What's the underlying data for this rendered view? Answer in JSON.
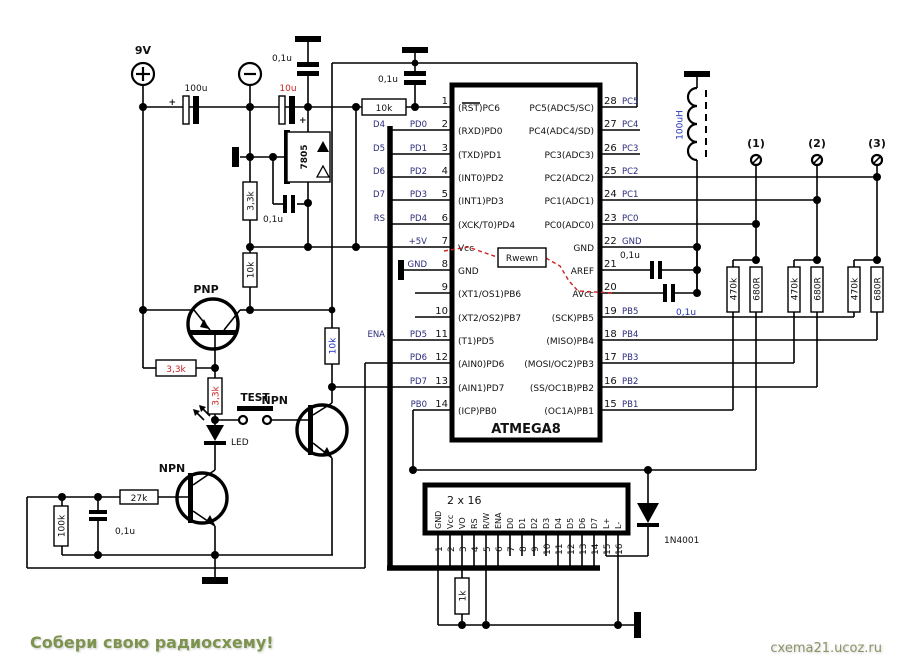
{
  "ic": {
    "name": "ATMEGA8",
    "ref": "Rwewn",
    "left_pins": [
      {
        "num": "1",
        "net": "",
        "inner": "(RST)PC6"
      },
      {
        "num": "2",
        "net": "PD0",
        "inner": "(RXD)PD0"
      },
      {
        "num": "3",
        "net": "PD1",
        "inner": "(TXD)PD1"
      },
      {
        "num": "4",
        "net": "PD2",
        "inner": "(INT0)PD2"
      },
      {
        "num": "5",
        "net": "PD3",
        "inner": "(INT1)PD3"
      },
      {
        "num": "6",
        "net": "PD4",
        "inner": "(XCK/T0)PD4"
      },
      {
        "num": "7",
        "net": "+5V",
        "inner": "Vcc"
      },
      {
        "num": "8",
        "net": "GND",
        "inner": "GND"
      },
      {
        "num": "9",
        "net": "",
        "inner": "(XT1/OS1)PB6"
      },
      {
        "num": "10",
        "net": "",
        "inner": "(XT2/OS2)PB7"
      },
      {
        "num": "11",
        "net": "PD5",
        "inner": "(T1)PD5"
      },
      {
        "num": "12",
        "net": "PD6",
        "inner": "(AIN0)PD6"
      },
      {
        "num": "13",
        "net": "PD7",
        "inner": "(AIN1)PD7"
      },
      {
        "num": "14",
        "net": "PB0",
        "inner": "(ICP)PB0"
      }
    ],
    "right_pins": [
      {
        "num": "28",
        "net": "PC5",
        "inner": "PC5(ADC5/SC)"
      },
      {
        "num": "27",
        "net": "PC4",
        "inner": "PC4(ADC4/SD)"
      },
      {
        "num": "26",
        "net": "PC3",
        "inner": "PC3(ADC3)"
      },
      {
        "num": "25",
        "net": "PC2",
        "inner": "PC2(ADC2)"
      },
      {
        "num": "24",
        "net": "PC1",
        "inner": "PC1(ADC1)"
      },
      {
        "num": "23",
        "net": "PC0",
        "inner": "PC0(ADC0)"
      },
      {
        "num": "22",
        "net": "GND",
        "inner": "GND"
      },
      {
        "num": "21",
        "net": "",
        "inner": "AREF"
      },
      {
        "num": "20",
        "net": "",
        "inner": "AVcc"
      },
      {
        "num": "19",
        "net": "PB5",
        "inner": "(SCK)PB5"
      },
      {
        "num": "18",
        "net": "PB4",
        "inner": "(MISO)PB4"
      },
      {
        "num": "17",
        "net": "PB3",
        "inner": "(MOSI/OC2)PB3"
      },
      {
        "num": "16",
        "net": "PB2",
        "inner": "(SS/OC1B)PB2"
      },
      {
        "num": "15",
        "net": "PB1",
        "inner": "(OC1A)PB1"
      }
    ]
  },
  "bus_labels": [
    "D4",
    "D5",
    "D6",
    "D7",
    "RS",
    "ENA"
  ],
  "power": {
    "battery": "9V",
    "cap_100u": "100u",
    "cap_100u_plus": "+",
    "cap_10u": "10u",
    "cap_10u_plus": "+",
    "regulator": "7805",
    "cap_5v_top": "0,1u",
    "cap_out": "0,1u",
    "cap_rst": "0,1u",
    "r_rst_pullup": "10k",
    "r_div_top": "3,3k",
    "r_div_bot": "10k"
  },
  "left_stage": {
    "pnp": "PNP",
    "npn_right": "NPN",
    "npn_bottom": "NPN",
    "test": "TEST",
    "led": "LED",
    "r_base": "3,3k",
    "r_led": "3,3k",
    "r_coll": "10k",
    "r_27k": "27k",
    "r_100k": "100k",
    "cap_01": "0,1u"
  },
  "right_stage": {
    "inductor": "100uH",
    "cap_aref": "0,1u",
    "cap_avcc": "0,1u",
    "connectors": [
      "(1)",
      "(2)",
      "(3)"
    ],
    "pairs": [
      {
        "r1": "470k",
        "r2": "680R"
      },
      {
        "r1": "470k",
        "r2": "680R"
      },
      {
        "r1": "470k",
        "r2": "680R"
      }
    ]
  },
  "bottom": {
    "lcd_title": "2 x 16",
    "r_contrast": "1k",
    "diode": "1N4001"
  },
  "lcd_pins": [
    {
      "n": "1",
      "l": "GND"
    },
    {
      "n": "2",
      "l": "Vcc"
    },
    {
      "n": "3",
      "l": "VO"
    },
    {
      "n": "4",
      "l": "RS"
    },
    {
      "n": "5",
      "l": "R/W"
    },
    {
      "n": "6",
      "l": "ENA"
    },
    {
      "n": "7",
      "l": "D0"
    },
    {
      "n": "8",
      "l": "D1"
    },
    {
      "n": "9",
      "l": "D2"
    },
    {
      "n": "10",
      "l": "D3"
    },
    {
      "n": "11",
      "l": "D4"
    },
    {
      "n": "12",
      "l": "D5"
    },
    {
      "n": "13",
      "l": "D6"
    },
    {
      "n": "14",
      "l": "D7"
    },
    {
      "n": "15",
      "l": "L+"
    },
    {
      "n": "16",
      "l": "L-"
    }
  ],
  "footer": {
    "slogan": "Собери свою радиосхему!",
    "site": "cxema21.ucoz.ru"
  },
  "colors": {
    "accent_red": "#cc2222",
    "accent_blue": "#2233bb",
    "net_label": "#2a2a7a",
    "slogan_green": "#7d944f"
  }
}
